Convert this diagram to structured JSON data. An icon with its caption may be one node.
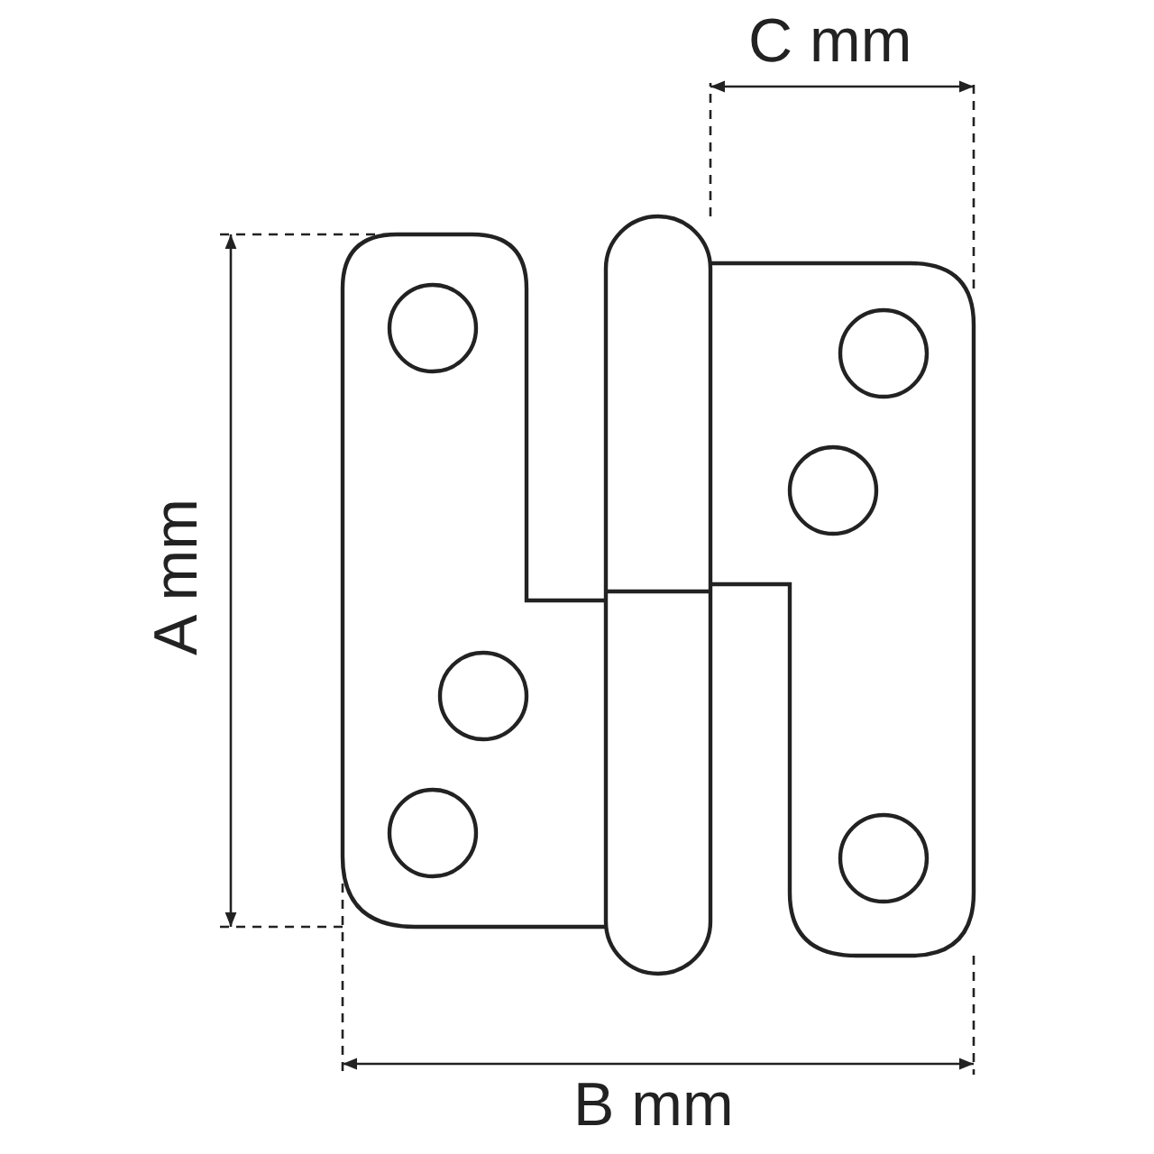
{
  "diagram": {
    "labels": [
      "C mm",
      "A mm",
      "B mm"
    ]
  }
}
